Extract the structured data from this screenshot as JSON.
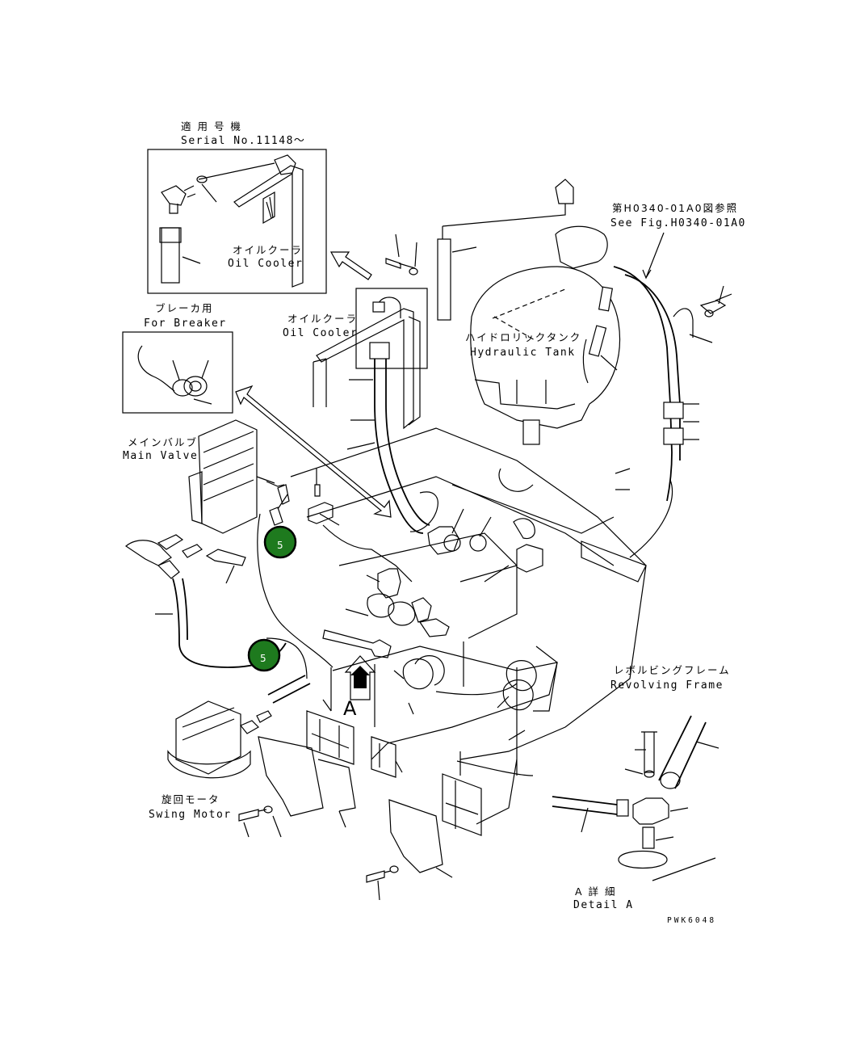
{
  "labels": {
    "serial_jp": "適 用 号 機",
    "serial_en": "Serial No.11148～",
    "oil_cooler_inset_jp": "オイルクーラ",
    "oil_cooler_inset_en": "Oil Cooler",
    "oil_cooler_jp": "オイルクーラ",
    "oil_cooler_en": "Oil Cooler",
    "breaker_jp": "ブレーカ用",
    "breaker_en": "For Breaker",
    "main_valve_jp": "メインバルブ",
    "main_valve_en": "Main Valve",
    "see_fig_jp": "第H0340-01A0図参照",
    "see_fig_en": "See Fig.H0340-01A0",
    "hydraulic_tank_jp": "ハイドロリックタンク",
    "hydraulic_tank_en": "Hydraulic Tank",
    "revolving_frame_jp": "レボルビングフレーム",
    "revolving_frame_en": "Revolving Frame",
    "swing_motor_jp": "旋回モータ",
    "swing_motor_en": "Swing Motor",
    "detail_jp": "A 詳 細",
    "detail_en": "Detail A",
    "view_letter": "A",
    "drawing_code": "PWK6048"
  },
  "callouts": [
    {
      "number": "5",
      "color": "#1e7a1e"
    },
    {
      "number": "5",
      "color": "#1e7a1e"
    }
  ],
  "colors": {
    "line": "#000000",
    "background": "#ffffff",
    "callout_fill": "#1e7a1e"
  }
}
